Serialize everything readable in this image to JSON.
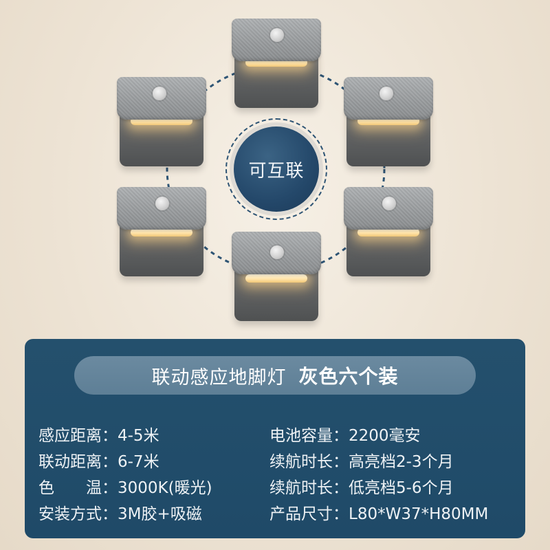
{
  "badge": {
    "text": "可互联"
  },
  "title": {
    "name": "联动感应地脚灯",
    "variant": "灰色六个装"
  },
  "specs_left": [
    {
      "key": "感应距离：",
      "value": "4-5米"
    },
    {
      "key": "联动距离：",
      "value": "6-7米"
    },
    {
      "key": "色　　温：",
      "value": "3000K(暖光)"
    },
    {
      "key": "安装方式：",
      "value": "3M胶+吸磁"
    }
  ],
  "specs_right": [
    {
      "key": "电池容量：",
      "value": "2200毫安"
    },
    {
      "key": "续航时长：",
      "value": "高亮档2-3个月"
    },
    {
      "key": "续航时长：",
      "value": "低亮档5-6个月"
    },
    {
      "key": "产品尺寸：",
      "value": "L80*W37*H80MM"
    }
  ],
  "colors": {
    "panel": "#1f4a68",
    "pill": "#5e7f96",
    "badge": "#24486a",
    "dashes": "#2e5474",
    "light": "#ffe2a6"
  }
}
